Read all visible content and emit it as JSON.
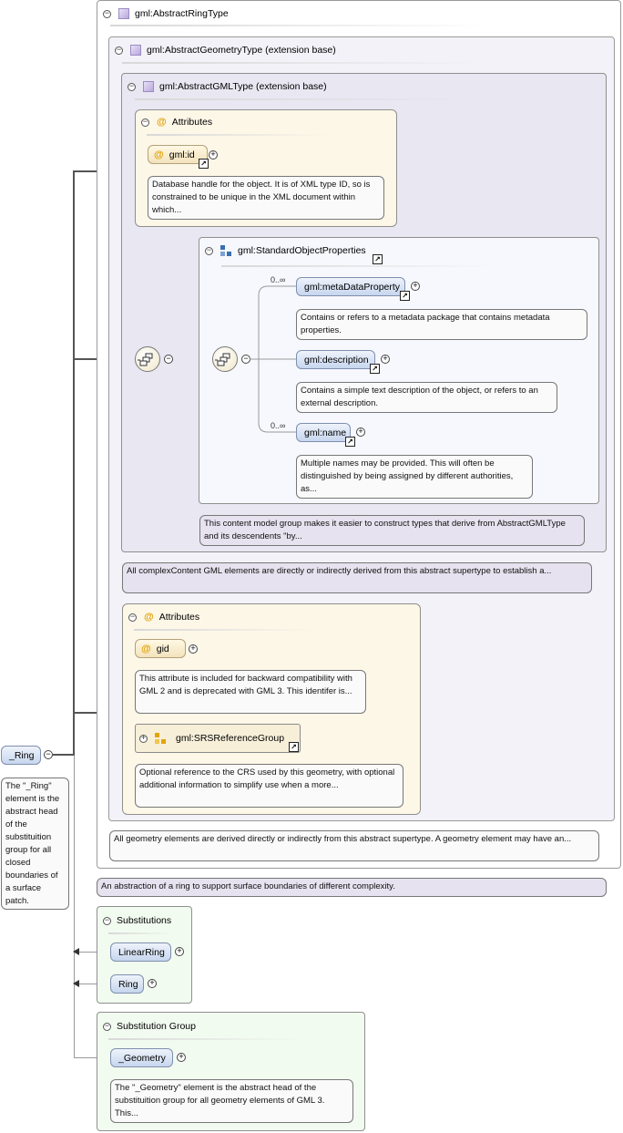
{
  "ring_type": {
    "title": "gml:AbstractRingType",
    "geometry": {
      "title": "gml:AbstractGeometryType (extension base)",
      "gml_type": {
        "title": "gml:AbstractGMLType (extension base)",
        "attributes": {
          "title": "Attributes",
          "id_label": "gml:id",
          "id_doc": "Database handle for the object. It is of XML type ID, so is constrained to be unique in the XML document within which..."
        },
        "standard_props": {
          "title": "gml:StandardObjectProperties",
          "elements": [
            {
              "label": "gml:metaDataProperty",
              "cardinality": "0..∞",
              "doc": "Contains or refers to a metadata package that contains metadata properties."
            },
            {
              "label": "gml:description",
              "cardinality": "",
              "doc": "Contains a simple text description of the object, or refers to an external description."
            },
            {
              "label": "gml:name",
              "cardinality": "0..∞",
              "doc": "Multiple names may be provided. This will often be distinguished by being assigned by different authorities, as..."
            }
          ]
        },
        "group_doc": "This content model group makes it easier to construct types that derive from AbstractGMLType and its descendents \"by..."
      },
      "gml_type_doc": "All complexContent GML elements are directly or indirectly derived from this abstract supertype to establish a...",
      "attributes2": {
        "title": "Attributes",
        "gid_label": "gid",
        "gid_doc": "This attribute is included for backward compatibility with GML 2 and is deprecated with GML 3. This identifer is...",
        "srs_label": "gml:SRSReferenceGroup",
        "srs_doc": "Optional reference to the CRS used by this geometry, with optional additional information to simplify use when a more..."
      }
    },
    "geometry_doc": "All geometry elements are derived directly or indirectly from this abstract supertype. A geometry element may have an..."
  },
  "ring_type_doc": "An abstraction of a ring to support surface boundaries of different complexity.",
  "root": {
    "label": "_Ring",
    "doc": "The \"_Ring\" element is the abstract head of the substituition group for all closed boundaries of a surface patch."
  },
  "substitutions": {
    "title": "Substitutions",
    "items": [
      "LinearRing",
      "Ring"
    ]
  },
  "substitution_group": {
    "title": "Substitution Group",
    "label": "_Geometry",
    "doc": "The \"_Geometry\" element is the abstract head of the substituition group for all geometry elements of GML 3. This..."
  },
  "glyphs": {
    "minus": "−",
    "plus": "+",
    "arrow": "↗"
  }
}
